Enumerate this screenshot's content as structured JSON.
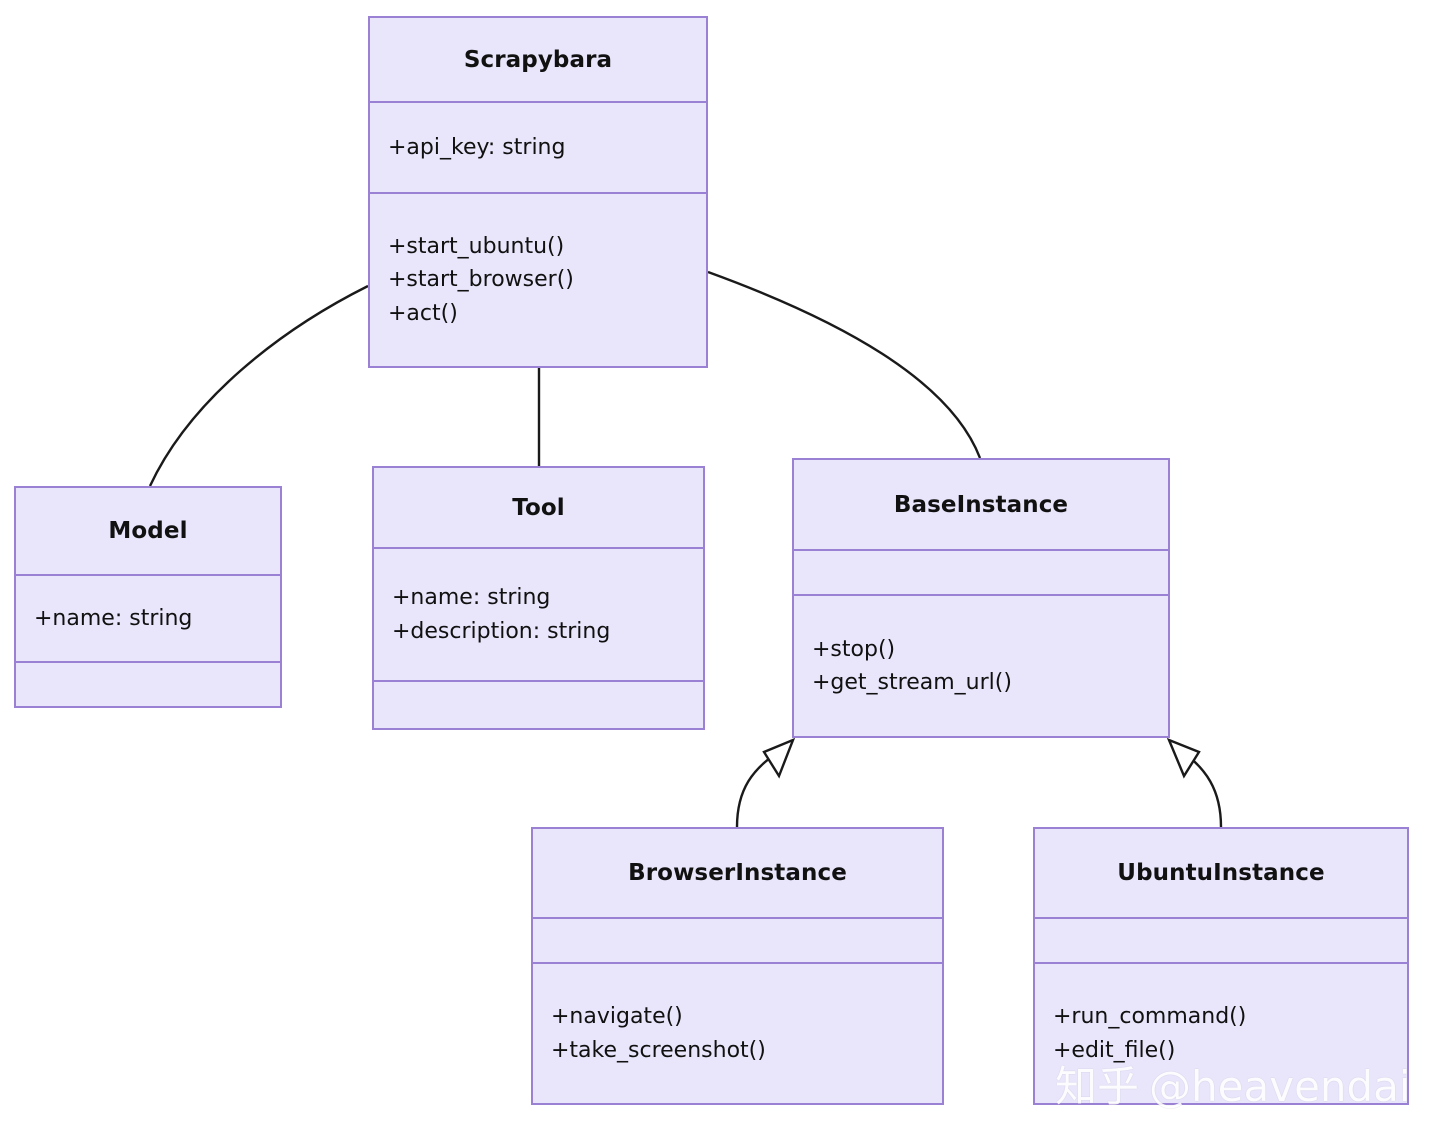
{
  "diagram": {
    "type": "uml-class-diagram",
    "background_color": "#ffffff",
    "box_fill_color": "#e9e6fb",
    "box_border_color": "#9a81d4",
    "edge_color": "#1a1a1a",
    "text_color": "#111111"
  },
  "classes": [
    {
      "id": "scrapybara",
      "name": "Scrapybara",
      "attributes": [
        "+api_key: string"
      ],
      "methods": [
        "+start_ubuntu()",
        "+start_browser()",
        "+act()"
      ]
    },
    {
      "id": "model",
      "name": "Model",
      "attributes": [
        "+name: string"
      ],
      "methods": []
    },
    {
      "id": "tool",
      "name": "Tool",
      "attributes": [
        "+name: string",
        "+description: string"
      ],
      "methods": []
    },
    {
      "id": "baseinstance",
      "name": "BaseInstance",
      "attributes": [],
      "methods": [
        "+stop()",
        "+get_stream_url()"
      ]
    },
    {
      "id": "browserinstance",
      "name": "BrowserInstance",
      "attributes": [],
      "methods": [
        "+navigate()",
        "+take_screenshot()"
      ]
    },
    {
      "id": "ubuntuinstance",
      "name": "UbuntuInstance",
      "attributes": [],
      "methods": [
        "+run_command()",
        "+edit_file()"
      ]
    }
  ],
  "relationships": [
    {
      "from": "scrapybara",
      "to": "model",
      "type": "association"
    },
    {
      "from": "scrapybara",
      "to": "tool",
      "type": "association"
    },
    {
      "from": "scrapybara",
      "to": "baseinstance",
      "type": "association"
    },
    {
      "from": "browserinstance",
      "to": "baseinstance",
      "type": "inheritance"
    },
    {
      "from": "ubuntuinstance",
      "to": "baseinstance",
      "type": "inheritance"
    }
  ],
  "watermark": {
    "logo": "知乎",
    "handle": "@heavendai"
  }
}
